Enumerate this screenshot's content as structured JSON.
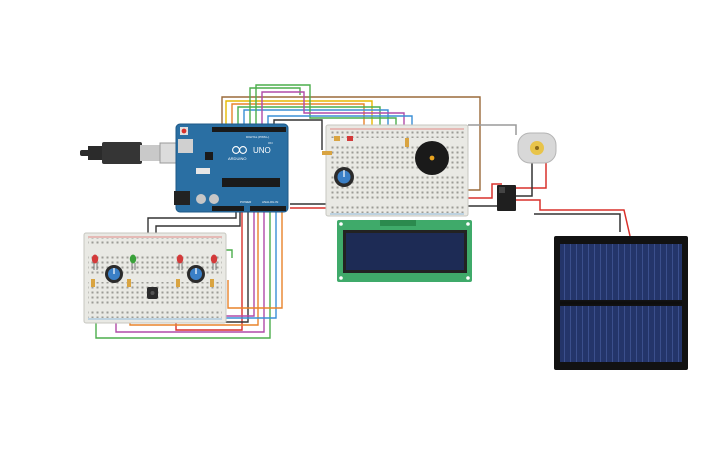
{
  "arduino": {
    "brand": "ARDUINO",
    "model": "UNO",
    "digital_label": "DIGITAL (PWM~)",
    "power_label": "POWER",
    "analog_label": "ANALOG IN",
    "on_label": "ON"
  },
  "lcd": {
    "line1": "",
    "line2": ""
  },
  "colors": {
    "board_blue": "#2a6fa3",
    "breadboard": "#e9e9e4",
    "lcd_green": "#3faa6a",
    "lcd_screen": "#1d2b55",
    "solar_panel": "#1f2c55",
    "wire_red": "#d9312b",
    "wire_black": "#333333",
    "wire_green": "#4cae4c",
    "wire_yellow": "#e6b800",
    "wire_orange": "#e8832a",
    "wire_blue": "#3a8fd6",
    "wire_purple": "#b04aa8",
    "wire_brown": "#9a6a3a"
  }
}
